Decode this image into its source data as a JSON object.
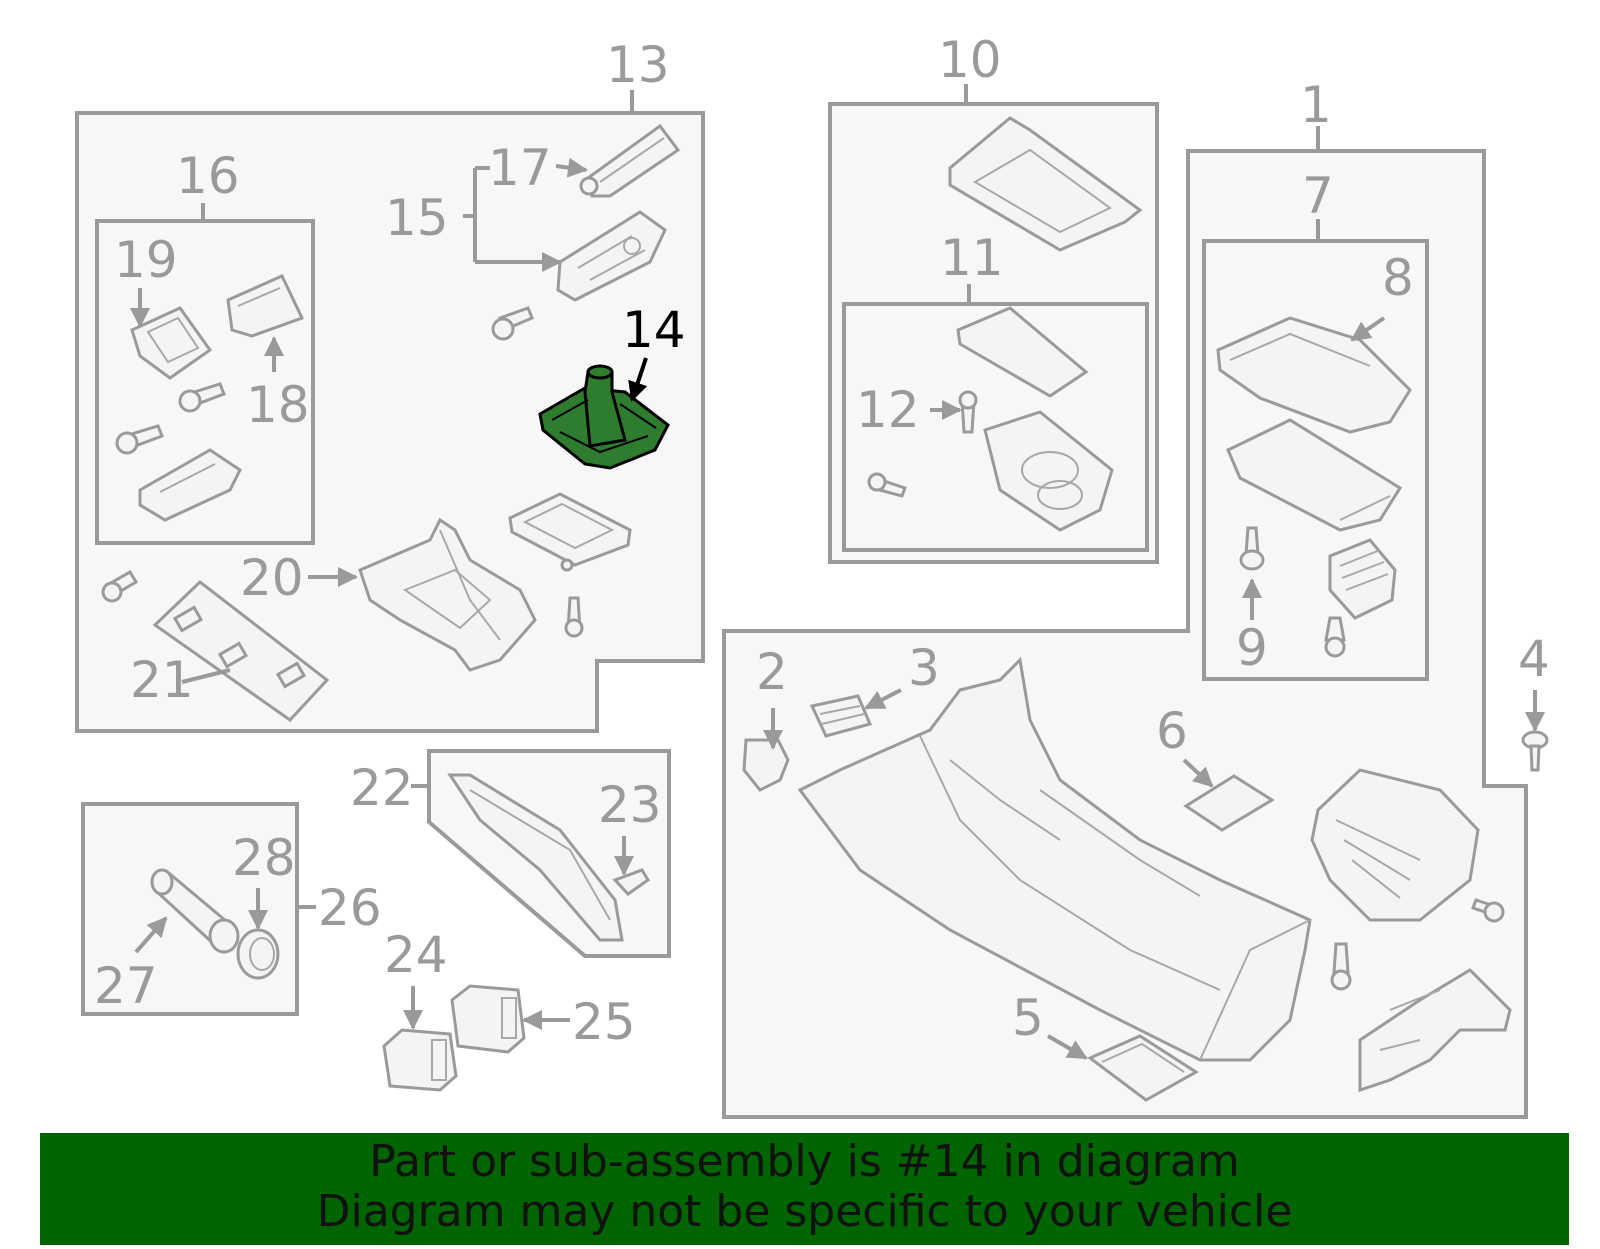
{
  "diagram": {
    "highlight_color": "#2e7d2e",
    "labels": {
      "l1": "1",
      "l2": "2",
      "l3": "3",
      "l4": "4",
      "l5": "5",
      "l6": "6",
      "l7": "7",
      "l8": "8",
      "l9": "9",
      "l10": "10",
      "l11": "11",
      "l12": "12",
      "l13": "13",
      "l14": "14",
      "l15": "15",
      "l16": "16",
      "l17": "17",
      "l18": "18",
      "l19": "19",
      "l20": "20",
      "l21": "21",
      "l22": "22",
      "l23": "23",
      "l24": "24",
      "l25": "25",
      "l26": "26",
      "l27": "27",
      "l28": "28"
    }
  },
  "footer": {
    "background": "#006400",
    "line1": "Part or sub-assembly is #14 in diagram",
    "line2": "Diagram may not be specific to your vehicle"
  }
}
